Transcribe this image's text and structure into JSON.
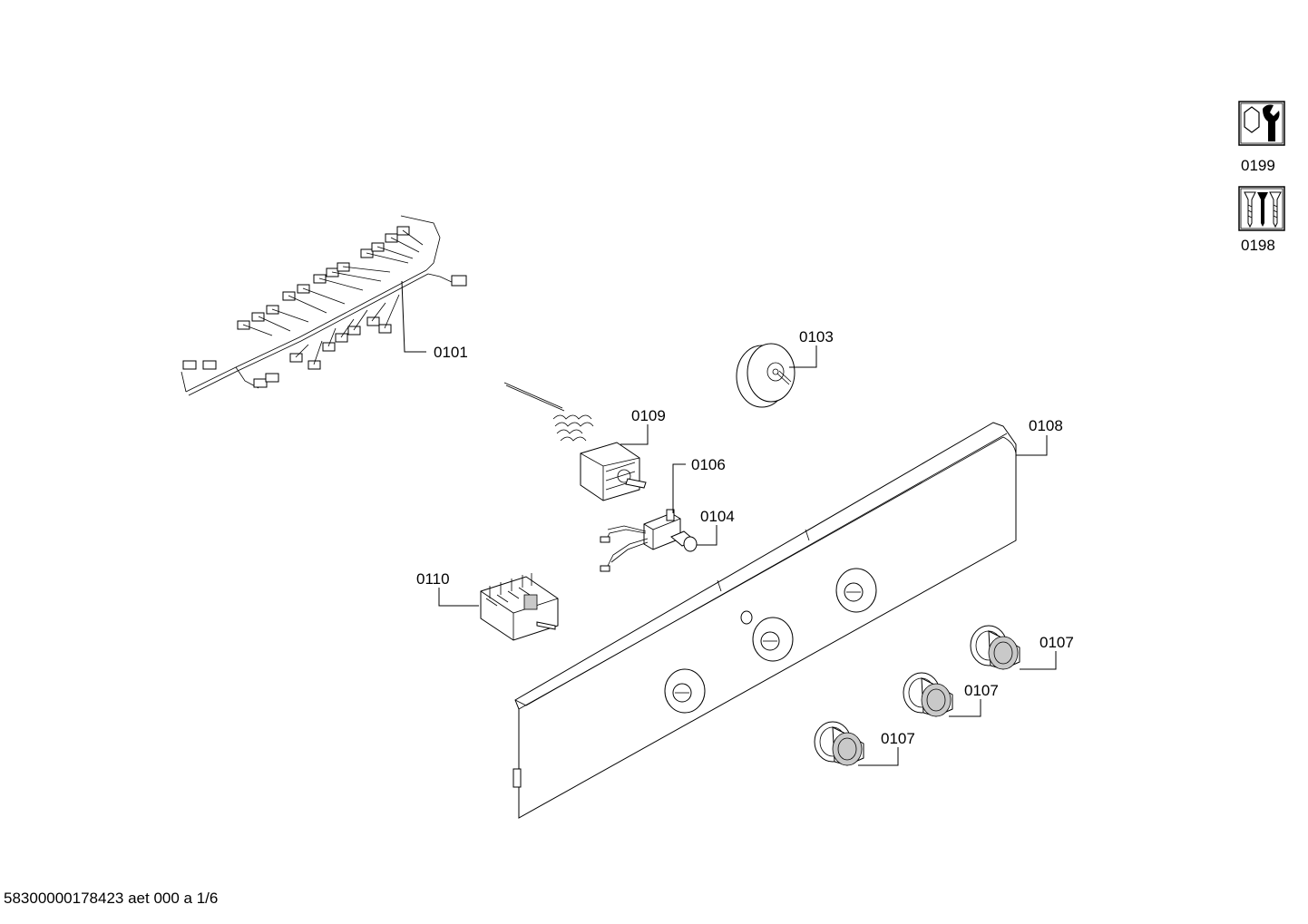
{
  "labels": {
    "p0101": "0101",
    "p0103": "0103",
    "p0109": "0109",
    "p0106": "0106",
    "p0104": "0104",
    "p0108": "0108",
    "p0110": "0110",
    "p0107a": "0107",
    "p0107b": "0107",
    "p0107c": "0107",
    "p0199": "0199",
    "p0198": "0198"
  },
  "footer": "58300000178423 aet 000 a 1/6",
  "icons": {
    "service": "wrench-nut-icon",
    "fasteners": "screws-icon"
  }
}
